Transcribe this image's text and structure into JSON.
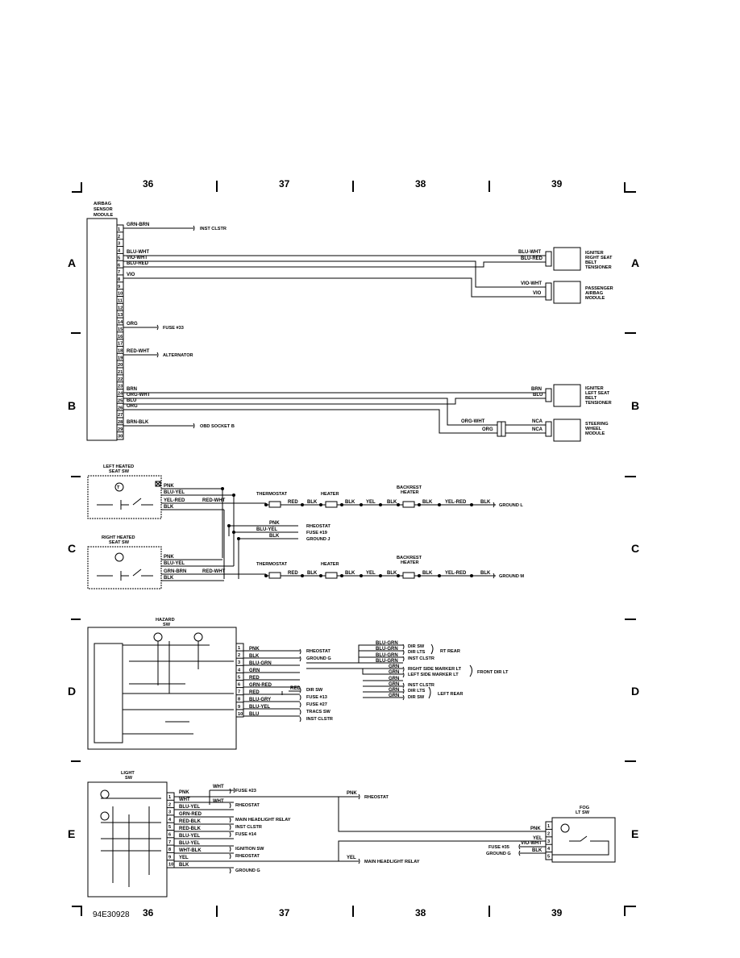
{
  "grid": {
    "columns": [
      "36",
      "37",
      "38",
      "39"
    ],
    "rows": [
      "A",
      "B",
      "C",
      "D",
      "E"
    ],
    "figure_id": "94E30928"
  },
  "airbag": {
    "module_label": [
      "AIRBAG",
      "SENSOR",
      "MODULE"
    ],
    "pins": [
      "1",
      "2",
      "3",
      "4",
      "5",
      "6",
      "7",
      "8",
      "9",
      "10",
      "11",
      "12",
      "13",
      "14",
      "15",
      "16",
      "17",
      "18",
      "19",
      "20",
      "21",
      "22",
      "23",
      "24",
      "25",
      "26",
      "27",
      "28",
      "29",
      "30"
    ],
    "wires": {
      "p1": "GRN-BRN",
      "p5": "BLU-WHT",
      "p6": "VIO-WHT",
      "p7": "BLU-RED",
      "p8": "VIO",
      "p15": "ORG",
      "p19": "RED-WHT",
      "p24": "BRN",
      "p25": "ORG-WHT",
      "p26": "BLU",
      "p27": "ORG",
      "p29": "BRN-BLK"
    },
    "dest": {
      "p1": "INST CLSTR",
      "p15": "FUSE #33",
      "p19": "ALTERNATOR",
      "p29": "OBD SOCKET B"
    },
    "right": {
      "blu_wht": "BLU-WHT",
      "blu_red": "BLU-RED",
      "vio_wht": "VIO-WHT",
      "vio": "VIO",
      "brn": "BRN",
      "blu": "BLU",
      "org_wht": "ORG-WHT",
      "org": "ORG",
      "nca1": "NCA",
      "nca2": "NCA"
    },
    "components": {
      "igniter_right": [
        "IGNITER",
        "RIGHT SEAT",
        "BELT",
        "TENSIONER"
      ],
      "passenger": [
        "PASSENGER",
        "AIRBAG",
        "MODULE"
      ],
      "igniter_left": [
        "IGNITER",
        "LEFT SEAT",
        "BELT",
        "TENSIONER"
      ],
      "steering": [
        "STEERING",
        "WHEEL",
        "MODULE"
      ]
    }
  },
  "seats": {
    "left_title": [
      "LEFT HEATED",
      "SEAT SW"
    ],
    "right_title": [
      "RIGHT HEATED",
      "SEAT SW"
    ],
    "sw_wires": [
      "PNK",
      "BLU-YEL",
      "YEL-RED",
      "BLK"
    ],
    "sw2_wires": [
      "PNK",
      "BLU-YEL",
      "GRN-BRN",
      "BLK"
    ],
    "red_wht": "RED-WHT",
    "thermostat": "THERMOSTAT",
    "heater": "HEATER",
    "backrest": [
      "BACKREST",
      "HEATER"
    ],
    "chain": [
      "RED",
      "BLK",
      "BLK",
      "YEL",
      "BLK",
      "BLK",
      "YEL-RED",
      "BLK"
    ],
    "ground_l": "GROUND L",
    "ground_m": "GROUND M",
    "mid": [
      "PNK",
      "BLU-YEL",
      "BLK"
    ],
    "mid_dest": [
      "RHEOSTAT",
      "FUSE #19",
      "GROUND J"
    ]
  },
  "hazard": {
    "title": [
      "HAZARD",
      "SW"
    ],
    "pins": [
      "1",
      "2",
      "3",
      "4",
      "5",
      "6",
      "7",
      "8",
      "9",
      "10"
    ],
    "wires": [
      "PNK",
      "BLK",
      "BLU-GRN",
      "GRN",
      "RED",
      "GRN-RED",
      "RED",
      "BLU-GRY",
      "BLU-YEL",
      "BLU"
    ],
    "dest": [
      "RHEOSTAT",
      "GROUND G",
      "DIR SW",
      "FUSE #13",
      "FUSE #27",
      "TRACS SW",
      "INST CLSTR"
    ],
    "red": "RED",
    "right_wires": [
      "BLU-GRN",
      "BLU-GRN",
      "BLU-GRN",
      "BLU-GRN",
      "GRN",
      "GRN",
      "GRN",
      "GRN",
      "GRN",
      "GRN"
    ],
    "right_dest": [
      "DIR SW",
      "DIR LTS",
      "INST CLSTR",
      "INST CLSTR",
      "RIGHT SIDE MARKER LT",
      "LEFT SIDE MARKER LT",
      "INST CLSTR",
      "DIR LTS",
      "DIR SW"
    ],
    "groups": [
      "RT REAR",
      "FRONT DIR LT",
      "LEFT REAR"
    ]
  },
  "light": {
    "title": [
      "LIGHT",
      "SW"
    ],
    "pins": [
      "1",
      "2",
      "3",
      "4",
      "5",
      "6",
      "7",
      "8",
      "9",
      "10"
    ],
    "wires": [
      "PNK",
      "WHT",
      "BLU-YEL",
      "GRN-RED",
      "RED-BLK",
      "RED-BLK",
      "BLU-YEL",
      "BLU-YEL",
      "WHT-BLK",
      "YEL",
      "BLK"
    ],
    "wht": "WHT",
    "wht2": "WHT",
    "dest": [
      "FUSE #23",
      "RHEOSTAT",
      "MAIN HEADLIGHT RELAY",
      "INST CLSTR",
      "FUSE #14",
      "IGNITION SW",
      "RHEOSTAT",
      "GROUND G"
    ],
    "pnk": "PNK",
    "pnk_dest": "RHEOSTAT",
    "yel": "YEL",
    "yel_dest": "MAIN HEADLIGHT RELAY",
    "fog_title": [
      "FOG",
      "LT SW"
    ],
    "fog_pins": [
      "1",
      "2",
      "3",
      "4",
      "5"
    ],
    "fog_wires": [
      "PNK",
      "YEL",
      "VIO-WHT",
      "BLK"
    ],
    "fog_dest": [
      "FUSE #35",
      "GROUND G"
    ]
  }
}
